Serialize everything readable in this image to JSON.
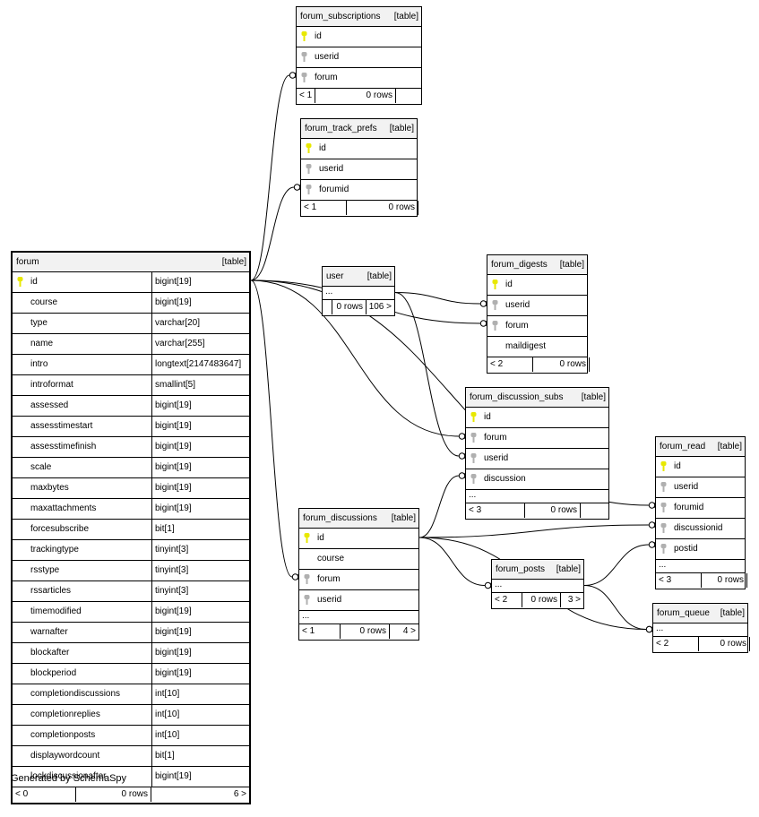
{
  "footer": "Generated by SchemaSpy",
  "type_label": "[table]",
  "tables": {
    "forum": {
      "name": "forum",
      "columns": [
        {
          "name": "id",
          "type": "bigint[19]",
          "key": "primary"
        },
        {
          "name": "course",
          "type": "bigint[19]"
        },
        {
          "name": "type",
          "type": "varchar[20]"
        },
        {
          "name": "name",
          "type": "varchar[255]"
        },
        {
          "name": "intro",
          "type": "longtext[2147483647]"
        },
        {
          "name": "introformat",
          "type": "smallint[5]"
        },
        {
          "name": "assessed",
          "type": "bigint[19]"
        },
        {
          "name": "assesstimestart",
          "type": "bigint[19]"
        },
        {
          "name": "assesstimefinish",
          "type": "bigint[19]"
        },
        {
          "name": "scale",
          "type": "bigint[19]"
        },
        {
          "name": "maxbytes",
          "type": "bigint[19]"
        },
        {
          "name": "maxattachments",
          "type": "bigint[19]"
        },
        {
          "name": "forcesubscribe",
          "type": "bit[1]"
        },
        {
          "name": "trackingtype",
          "type": "tinyint[3]"
        },
        {
          "name": "rsstype",
          "type": "tinyint[3]"
        },
        {
          "name": "rssarticles",
          "type": "tinyint[3]"
        },
        {
          "name": "timemodified",
          "type": "bigint[19]"
        },
        {
          "name": "warnafter",
          "type": "bigint[19]"
        },
        {
          "name": "blockafter",
          "type": "bigint[19]"
        },
        {
          "name": "blockperiod",
          "type": "bigint[19]"
        },
        {
          "name": "completiondiscussions",
          "type": "int[10]"
        },
        {
          "name": "completionreplies",
          "type": "int[10]"
        },
        {
          "name": "completionposts",
          "type": "int[10]"
        },
        {
          "name": "displaywordcount",
          "type": "bit[1]"
        },
        {
          "name": "lockdiscussionafter",
          "type": "bigint[19]"
        }
      ],
      "footer": {
        "parents": "< 0",
        "rows": "0 rows",
        "children": "6 >"
      }
    },
    "forum_subscriptions": {
      "name": "forum_subscriptions",
      "columns": [
        {
          "name": "id",
          "key": "primary"
        },
        {
          "name": "userid",
          "key": "foreign"
        },
        {
          "name": "forum",
          "key": "foreign"
        }
      ],
      "footer": {
        "parents": "< 1",
        "rows": "0 rows",
        "children": ""
      }
    },
    "forum_track_prefs": {
      "name": "forum_track_prefs",
      "columns": [
        {
          "name": "id",
          "key": "primary"
        },
        {
          "name": "userid",
          "key": "foreign"
        },
        {
          "name": "forumid",
          "key": "foreign"
        }
      ],
      "footer": {
        "parents": "< 1",
        "rows": "0 rows",
        "children": ""
      }
    },
    "user": {
      "name": "user",
      "columns": [
        {
          "name": "...",
          "key": "none"
        }
      ],
      "footer": {
        "parents": "",
        "rows": "0 rows",
        "children": "106 >"
      }
    },
    "forum_digests": {
      "name": "forum_digests",
      "columns": [
        {
          "name": "id",
          "key": "primary"
        },
        {
          "name": "userid",
          "key": "foreign"
        },
        {
          "name": "forum",
          "key": "foreign"
        },
        {
          "name": "maildigest",
          "key": "none"
        }
      ],
      "footer": {
        "parents": "< 2",
        "rows": "0 rows",
        "children": ""
      }
    },
    "forum_discussion_subs": {
      "name": "forum_discussion_subs",
      "columns": [
        {
          "name": "id",
          "key": "primary"
        },
        {
          "name": "forum",
          "key": "foreign"
        },
        {
          "name": "userid",
          "key": "foreign"
        },
        {
          "name": "discussion",
          "key": "foreign"
        },
        {
          "name": "...",
          "key": "none"
        }
      ],
      "footer": {
        "parents": "< 3",
        "rows": "0 rows",
        "children": ""
      }
    },
    "forum_read": {
      "name": "forum_read",
      "columns": [
        {
          "name": "id",
          "key": "primary"
        },
        {
          "name": "userid",
          "key": "foreign"
        },
        {
          "name": "forumid",
          "key": "foreign"
        },
        {
          "name": "discussionid",
          "key": "foreign"
        },
        {
          "name": "postid",
          "key": "foreign"
        },
        {
          "name": "...",
          "key": "none"
        }
      ],
      "footer": {
        "parents": "< 3",
        "rows": "0 rows",
        "children": ""
      }
    },
    "forum_discussions": {
      "name": "forum_discussions",
      "columns": [
        {
          "name": "id",
          "key": "primary"
        },
        {
          "name": "course",
          "key": "none"
        },
        {
          "name": "forum",
          "key": "foreign"
        },
        {
          "name": "userid",
          "key": "foreign"
        },
        {
          "name": "...",
          "key": "none"
        }
      ],
      "footer": {
        "parents": "< 1",
        "rows": "0 rows",
        "children": "4 >"
      }
    },
    "forum_posts": {
      "name": "forum_posts",
      "columns": [
        {
          "name": "...",
          "key": "none"
        }
      ],
      "footer": {
        "parents": "< 2",
        "rows": "0 rows",
        "children": "3 >"
      }
    },
    "forum_queue": {
      "name": "forum_queue",
      "columns": [
        {
          "name": "...",
          "key": "none"
        }
      ],
      "footer": {
        "parents": "< 2",
        "rows": "0 rows",
        "children": ""
      }
    }
  },
  "colors": {
    "primary_key": "#e8e800",
    "foreign_key": "#b0b0b0",
    "header_bg": "#f2f2f2"
  }
}
